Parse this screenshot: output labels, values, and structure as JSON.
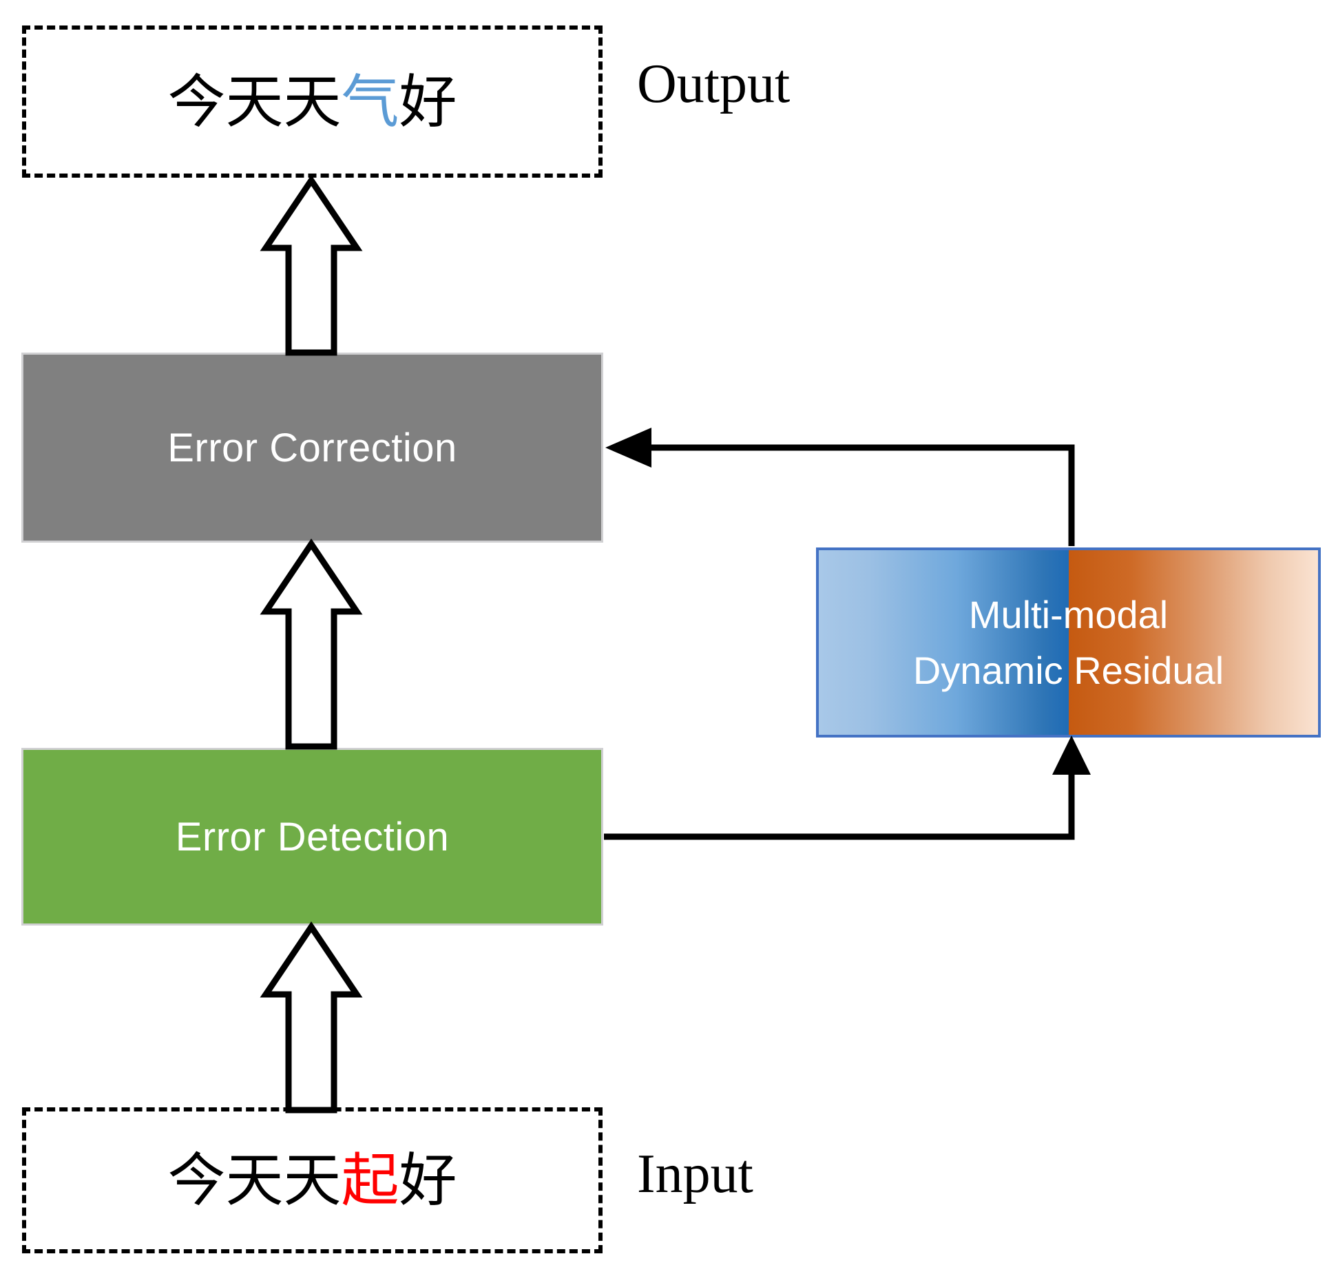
{
  "diagram": {
    "title": "Error correction pipeline with multi-modal dynamic residual",
    "colors": {
      "correction_box": "#808080",
      "detection_box": "#70AD47",
      "residual_border": "#4472C4",
      "residual_blue_dark": "#2E75B6",
      "residual_blue_light": "#A8C8E8",
      "residual_orange_dark": "#C55A11",
      "residual_orange_light": "#FAE3D2",
      "highlight_corrected": "#5B9BD5",
      "highlight_error": "#FF0000",
      "box_outline": "#D0D0D2",
      "connector": "#000000",
      "label_text": "#FFFFFF"
    }
  },
  "output_box": {
    "name": "Output",
    "text_prefix": "今天天",
    "text_highlight": "气",
    "text_suffix": "好",
    "full_text": "今天天气好",
    "side_label": "Output"
  },
  "input_box": {
    "name": "Input",
    "text_prefix": "今天天",
    "text_highlight": "起",
    "text_suffix": "好",
    "full_text": "今天天起好",
    "side_label": "Input"
  },
  "process": {
    "correction_label": "Error Correction",
    "detection_label": "Error Detection"
  },
  "residual": {
    "label_line1": "Multi-modal",
    "label_line2": "Dynamic Residual",
    "label": "Multi-modal\nDynamic Residual"
  },
  "arrows": {
    "input_to_detection": "up-block-arrow",
    "detection_to_correction": "up-block-arrow",
    "correction_to_output": "up-block-arrow",
    "detection_to_residual": "elbow-arrow-up",
    "residual_to_correction": "elbow-arrow-left"
  }
}
